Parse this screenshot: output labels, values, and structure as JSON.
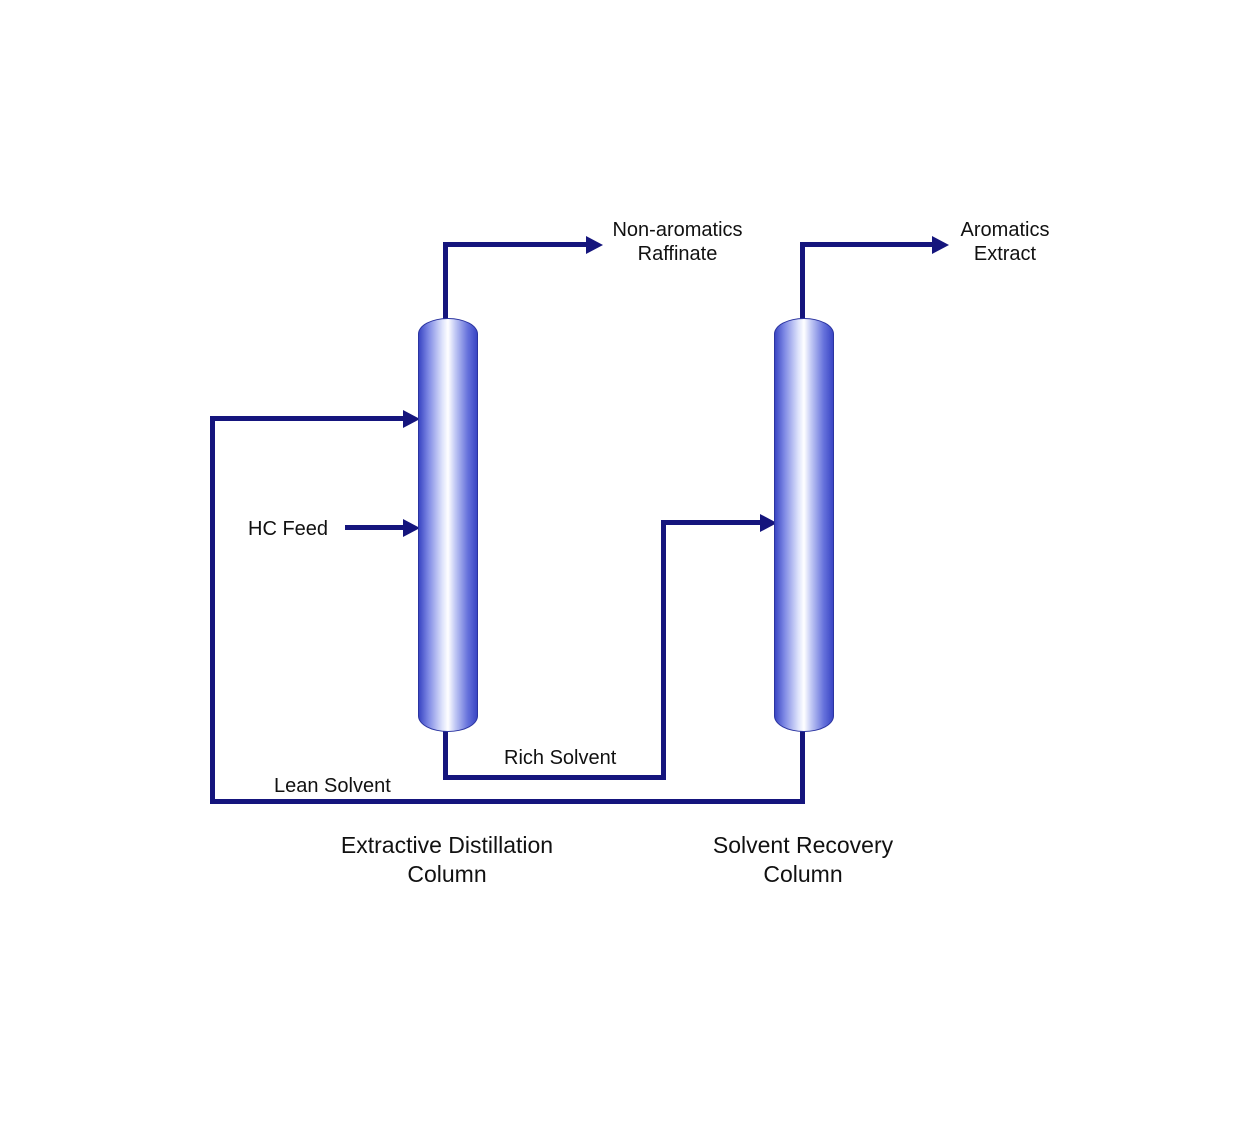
{
  "colors": {
    "line": "#15157d",
    "column-edge": "#3a46c4",
    "text": "#111111"
  },
  "streams": {
    "raffinate": "Non-aromatics\nRaffinate",
    "extract": "Aromatics\nExtract",
    "hc_feed": "HC Feed",
    "rich_solvent": "Rich Solvent",
    "lean_solvent": "Lean Solvent"
  },
  "equipment": {
    "extractive_column": "Extractive Distillation\nColumn",
    "solvent_recovery_column": "Solvent Recovery\nColumn"
  }
}
